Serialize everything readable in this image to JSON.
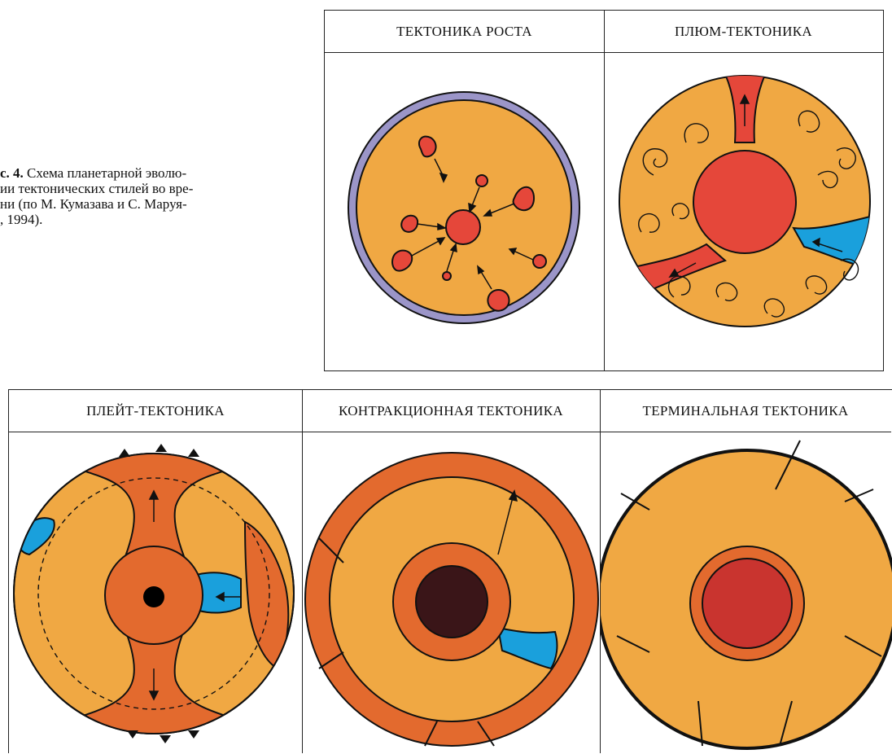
{
  "caption": {
    "lead": "с. 4.",
    "lines": [
      "Схема планетарной эволю-",
      "ии тектонических стилей во вре-",
      "ни (по М. Кумазава и С. Маруя-",
      ", 1994)."
    ]
  },
  "panels": {
    "growth": "ТЕКТОНИКА РОСТА",
    "plume": "ПЛЮМ-ТЕКТОНИКА",
    "plate": "ПЛЕЙТ-ТЕКТОНИКА",
    "contraction": "КОНТРАКЦИОННАЯ ТЕКТОНИКА",
    "terminal": "ТЕРМИНАЛЬНАЯ ТЕКТОНИКА"
  },
  "colors": {
    "mantle": "#f0a843",
    "hot": "#e5473a",
    "ocean": "#1aa0dc",
    "lithosphere": "#e36a2e",
    "atmosphere": "#9b95c8",
    "dark_core": "#3a1518",
    "terminal_core": "#c9342f",
    "outline": "#111111"
  }
}
